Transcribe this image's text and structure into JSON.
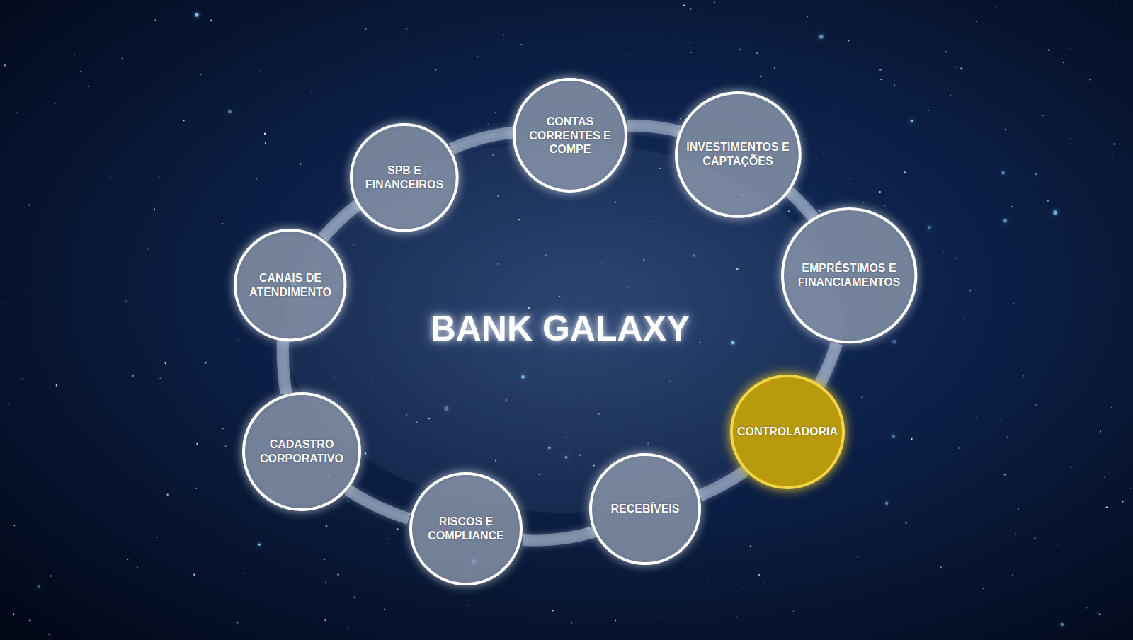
{
  "diagram": {
    "title": "BANK GALAXY",
    "nodes": [
      {
        "text": [
          "SPB E FINANCEIROS"
        ]
      },
      {
        "text": [
          "CONTAS CORRENTES E COMPE"
        ]
      },
      {
        "text": [
          "INVESTIMENTOS E CAPTAÇÕES"
        ]
      },
      {
        "text": [
          "EMPRÉSTIMOS E FINANCIAMENTOS"
        ]
      },
      {
        "text": [
          "CONTROLADORIA"
        ]
      },
      {
        "text": [
          "RECEBÍVEIS"
        ]
      },
      {
        "text": [
          "RISCOS E COMPLIANCE"
        ]
      },
      {
        "text": [
          "CADASTRO CORPORATIVO"
        ]
      },
      {
        "text": [
          "CANAIS DE ATENDIMENTO"
        ]
      }
    ],
    "edges": [
      {
        "from": 0,
        "to": 1,
        "arrow": "none"
      },
      {
        "from": 1,
        "to": 2,
        "arrow": "none"
      },
      {
        "from": 2,
        "to": 3,
        "arrow": "none"
      },
      {
        "from": 3,
        "to": 4,
        "arrow": "none"
      },
      {
        "from": 4,
        "to": 5,
        "arrow": "none"
      },
      {
        "from": 5,
        "to": 6,
        "arrow": "none"
      },
      {
        "from": 6,
        "to": 7,
        "arrow": "none"
      },
      {
        "from": 7,
        "to": 8,
        "arrow": "none"
      },
      {
        "from": 8,
        "to": 0,
        "arrow": "none"
      }
    ]
  }
}
